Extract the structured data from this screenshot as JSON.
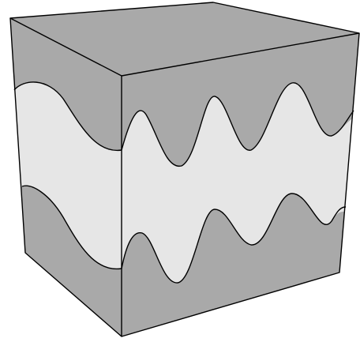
{
  "diagram": {
    "kind": "layered-cube",
    "colors": {
      "background": "#ffffff",
      "dark_layer": "#a9a9a9",
      "light_layer": "#e6e6e6",
      "outline": "#000000"
    },
    "layers": [
      {
        "position": "top",
        "shade": "dark"
      },
      {
        "position": "middle",
        "shade": "light"
      },
      {
        "position": "bottom",
        "shade": "dark"
      }
    ],
    "interfaces": [
      {
        "name": "upper-interface",
        "shape": "sinusoidal-wave",
        "left_face_crests": 1,
        "front_face_crests": 3
      },
      {
        "name": "lower-interface",
        "shape": "sinusoidal-wave",
        "left_face_crests": 1,
        "front_face_crests": 3
      }
    ]
  }
}
